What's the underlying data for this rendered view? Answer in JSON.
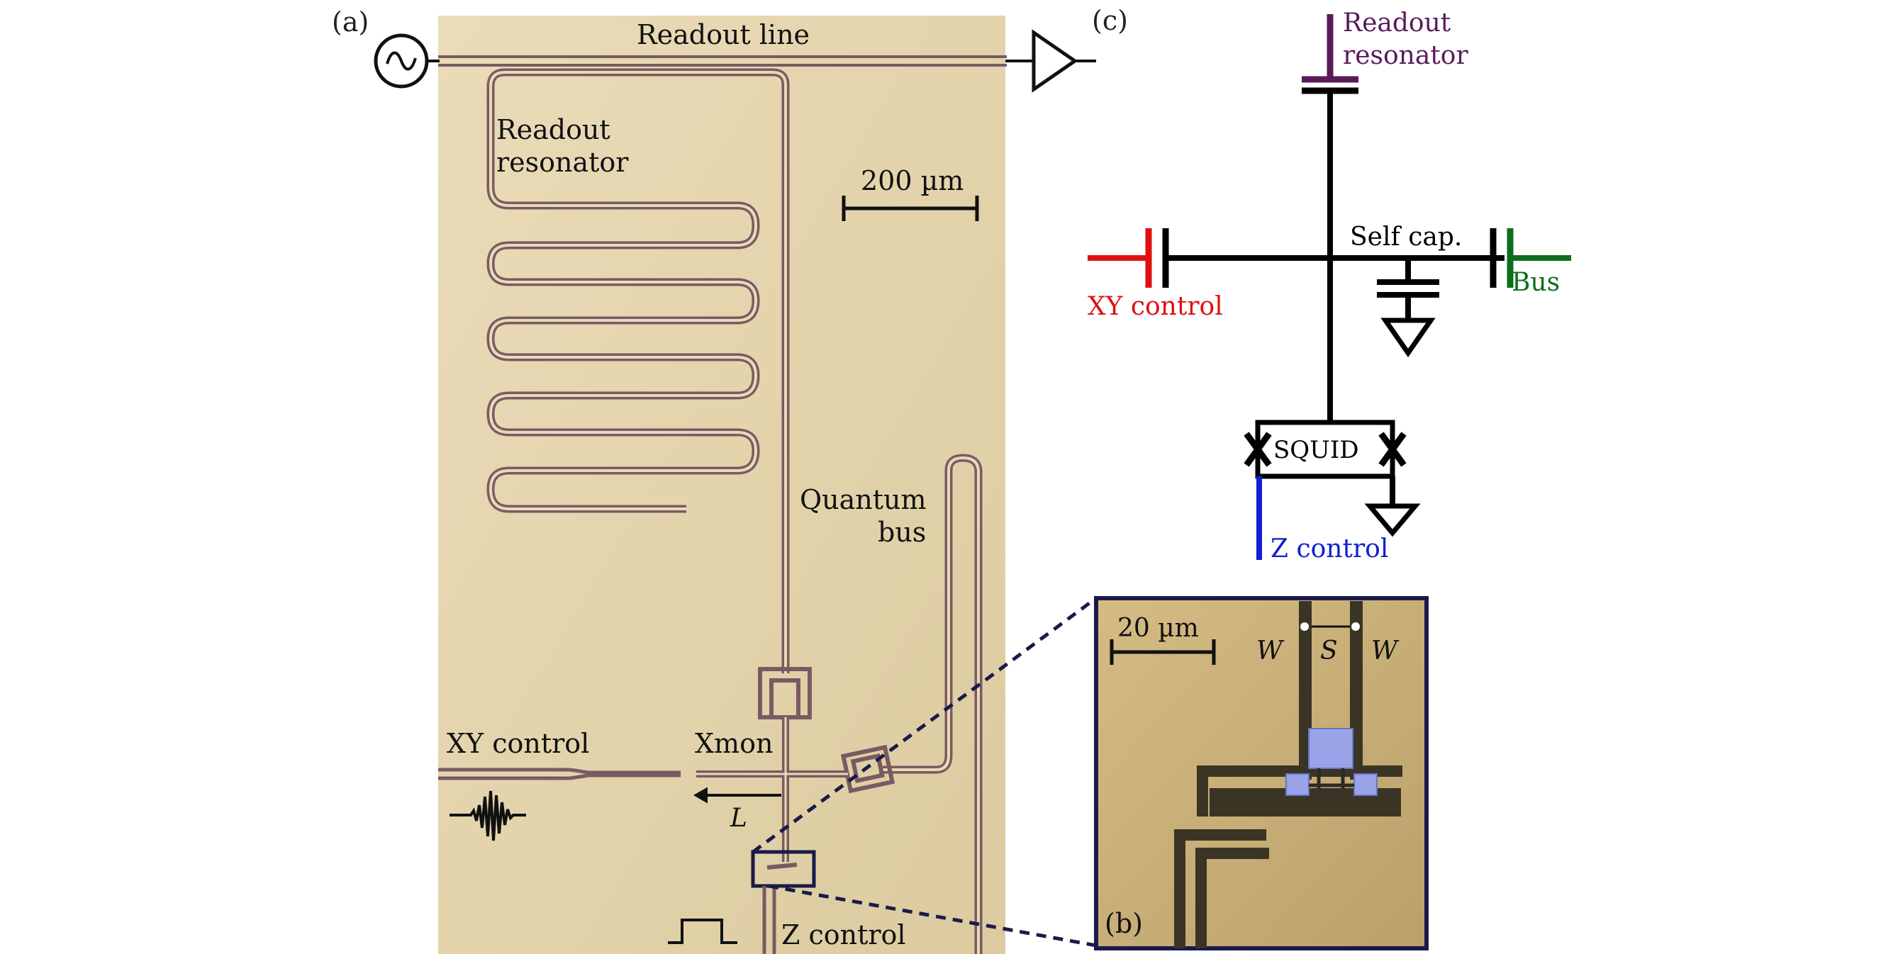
{
  "panel_a": {
    "tag": "(a)",
    "readout_line": "Readout line",
    "readout_resonator_1": "Readout",
    "readout_resonator_2": "resonator",
    "scale_bar": "200 µm",
    "quantum_bus_1": "Quantum",
    "quantum_bus_2": "bus",
    "xy_control": "XY control",
    "xmon": "Xmon",
    "length_symbol": "L",
    "z_control": "Z control"
  },
  "panel_b": {
    "tag": "(b)",
    "scale_bar": "20 µm",
    "w_left": "W",
    "s_gap": "S",
    "w_right": "W"
  },
  "panel_c": {
    "tag": "(c)",
    "readout_resonator_1": "Readout",
    "readout_resonator_2": "resonator",
    "self_cap": "Self cap.",
    "xy_control": "XY control",
    "bus": "Bus",
    "squid": "SQUID",
    "z_control": "Z control"
  },
  "colors": {
    "chip_background": "#e6d7b3",
    "metal_trace": "#7a5a62",
    "panel_b_background": "#c9b27c",
    "panel_b_metal": "#3a3424",
    "junction_purple": "#9aa3e8",
    "readout_resonator_color": "#5a1a5a",
    "xy_control_color": "#e01010",
    "bus_color": "#0c6e1c",
    "z_control_color": "#1020d0",
    "schematic_black": "#000000"
  }
}
